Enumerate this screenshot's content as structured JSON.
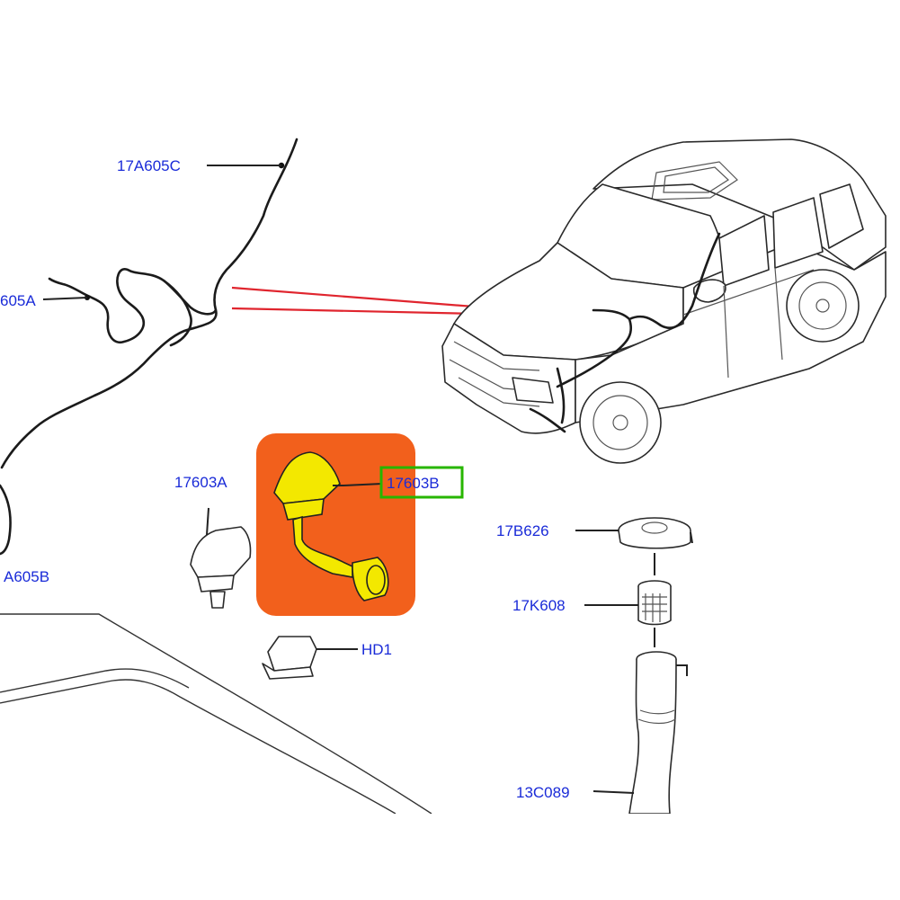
{
  "callouts": {
    "harness_top": "17A605C",
    "harness_left": "605A",
    "harness_bottom": "A605B",
    "jet_left": "17603A",
    "jet_right": "17603B",
    "clip": "HD1",
    "pump_cap": "17B626",
    "filter": "17K608",
    "hose": "13C089"
  },
  "colors": {
    "callout_text": "#1a2bd8",
    "highlight_panel": "#f2601c",
    "highlight_box": "#27b600",
    "part_highlight": "#f3e800",
    "pointer_lines": "#e0252e"
  }
}
